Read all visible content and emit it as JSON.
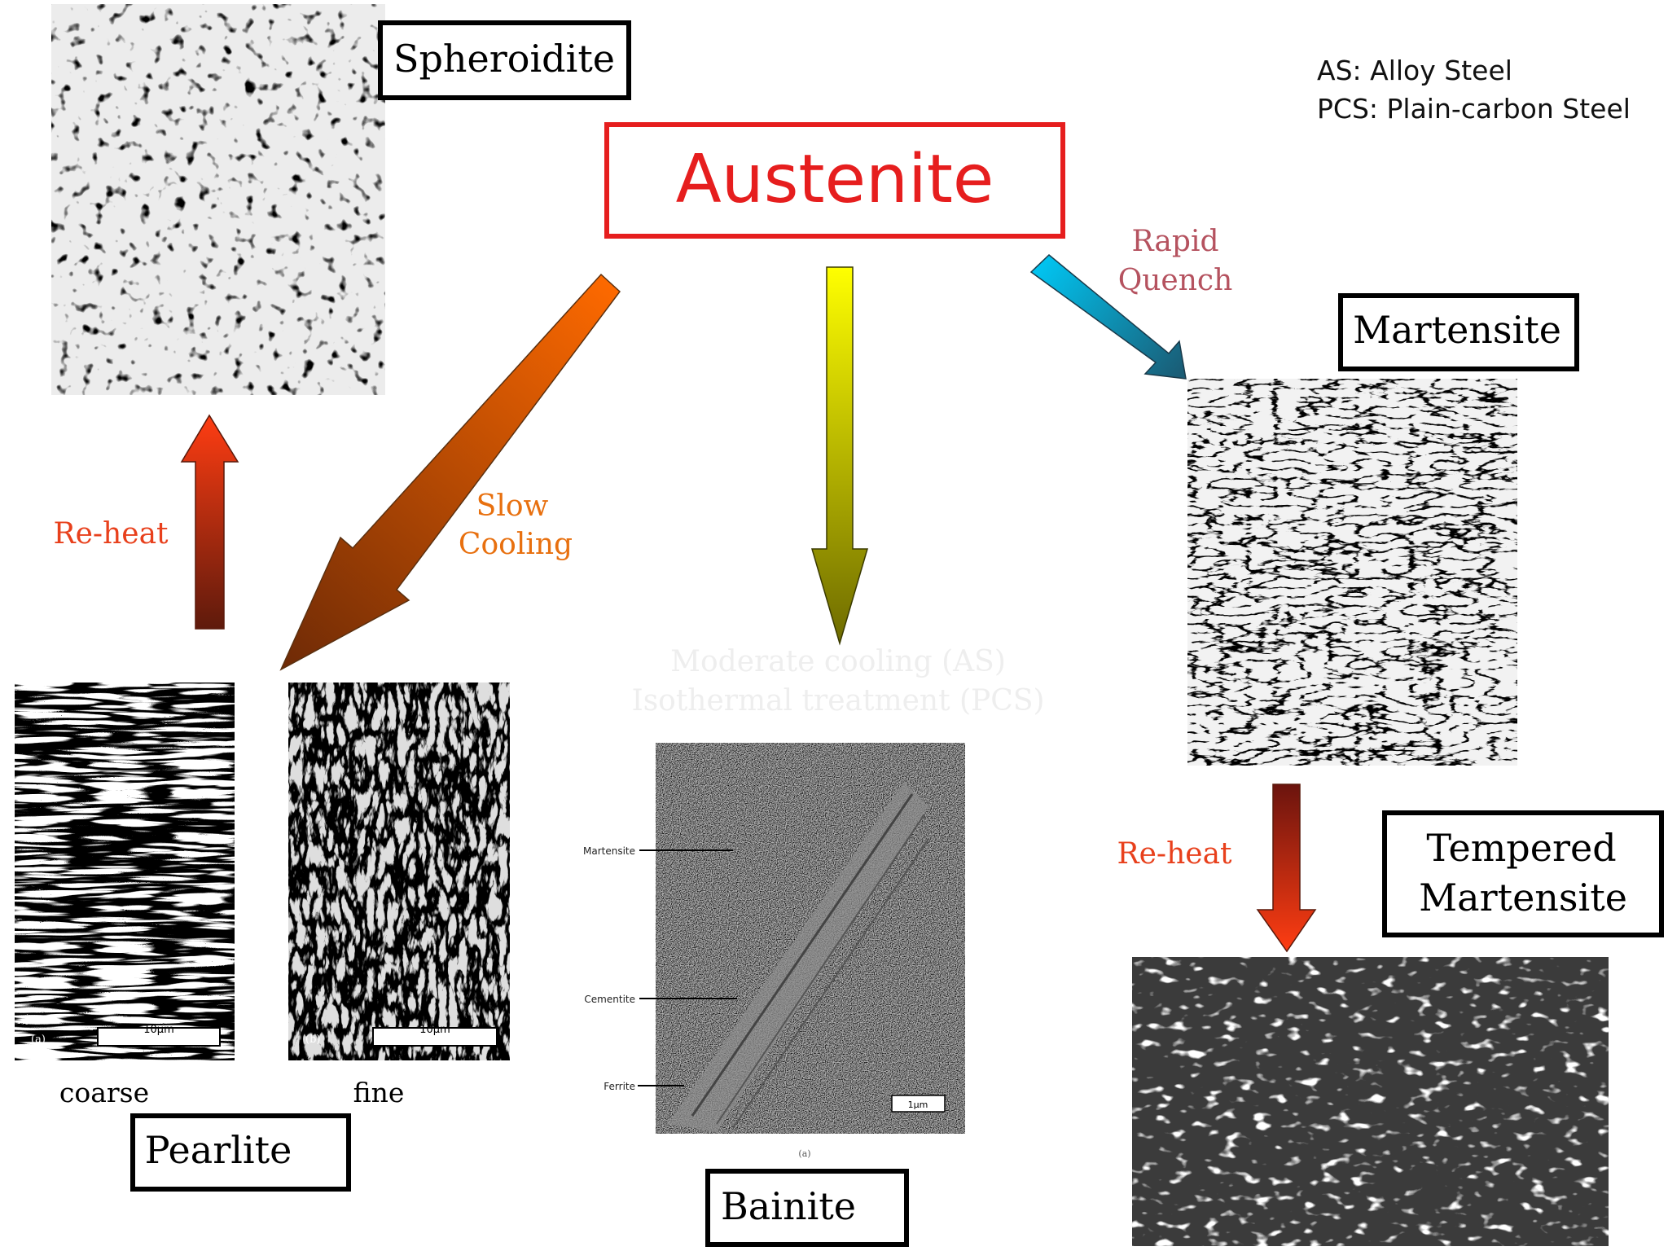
{
  "title": "Austenite",
  "legend": {
    "line1": "AS: Alloy Steel",
    "line2": "PCS: Plain-carbon Steel"
  },
  "phases": {
    "spheroidite": "Spheroidite",
    "pearlite": "Pearlite",
    "bainite": "Bainite",
    "martensite": "Martensite",
    "tempered_line1": "Tempered",
    "tempered_line2": "Martensite"
  },
  "processes": {
    "reheat_left": "Re-heat",
    "slow_1": "Slow",
    "slow_2": "Cooling",
    "moderate_1": "Moderate cooling (AS)",
    "moderate_2": "Isothermal treatment (PCS)",
    "rapid_1": "Rapid",
    "rapid_2": "Quench",
    "reheat_right": "Re-heat"
  },
  "pearlite_labels": {
    "coarse": "coarse",
    "fine": "fine",
    "panel_a": "(a)",
    "panel_b": "(b)",
    "scale_a": "10µm",
    "scale_b": "10µm"
  },
  "bainite_labels": {
    "martensite": "Martensite",
    "cementite": "Cementite",
    "ferrite": "Ferrite",
    "scale": "1µm",
    "panel": "(a)"
  },
  "colors": {
    "austenite": "#e61e1e",
    "slow": "#e8700f",
    "reheat": "#d9481f",
    "rapid": "#b5525f",
    "moderate": "#eeeeee"
  }
}
